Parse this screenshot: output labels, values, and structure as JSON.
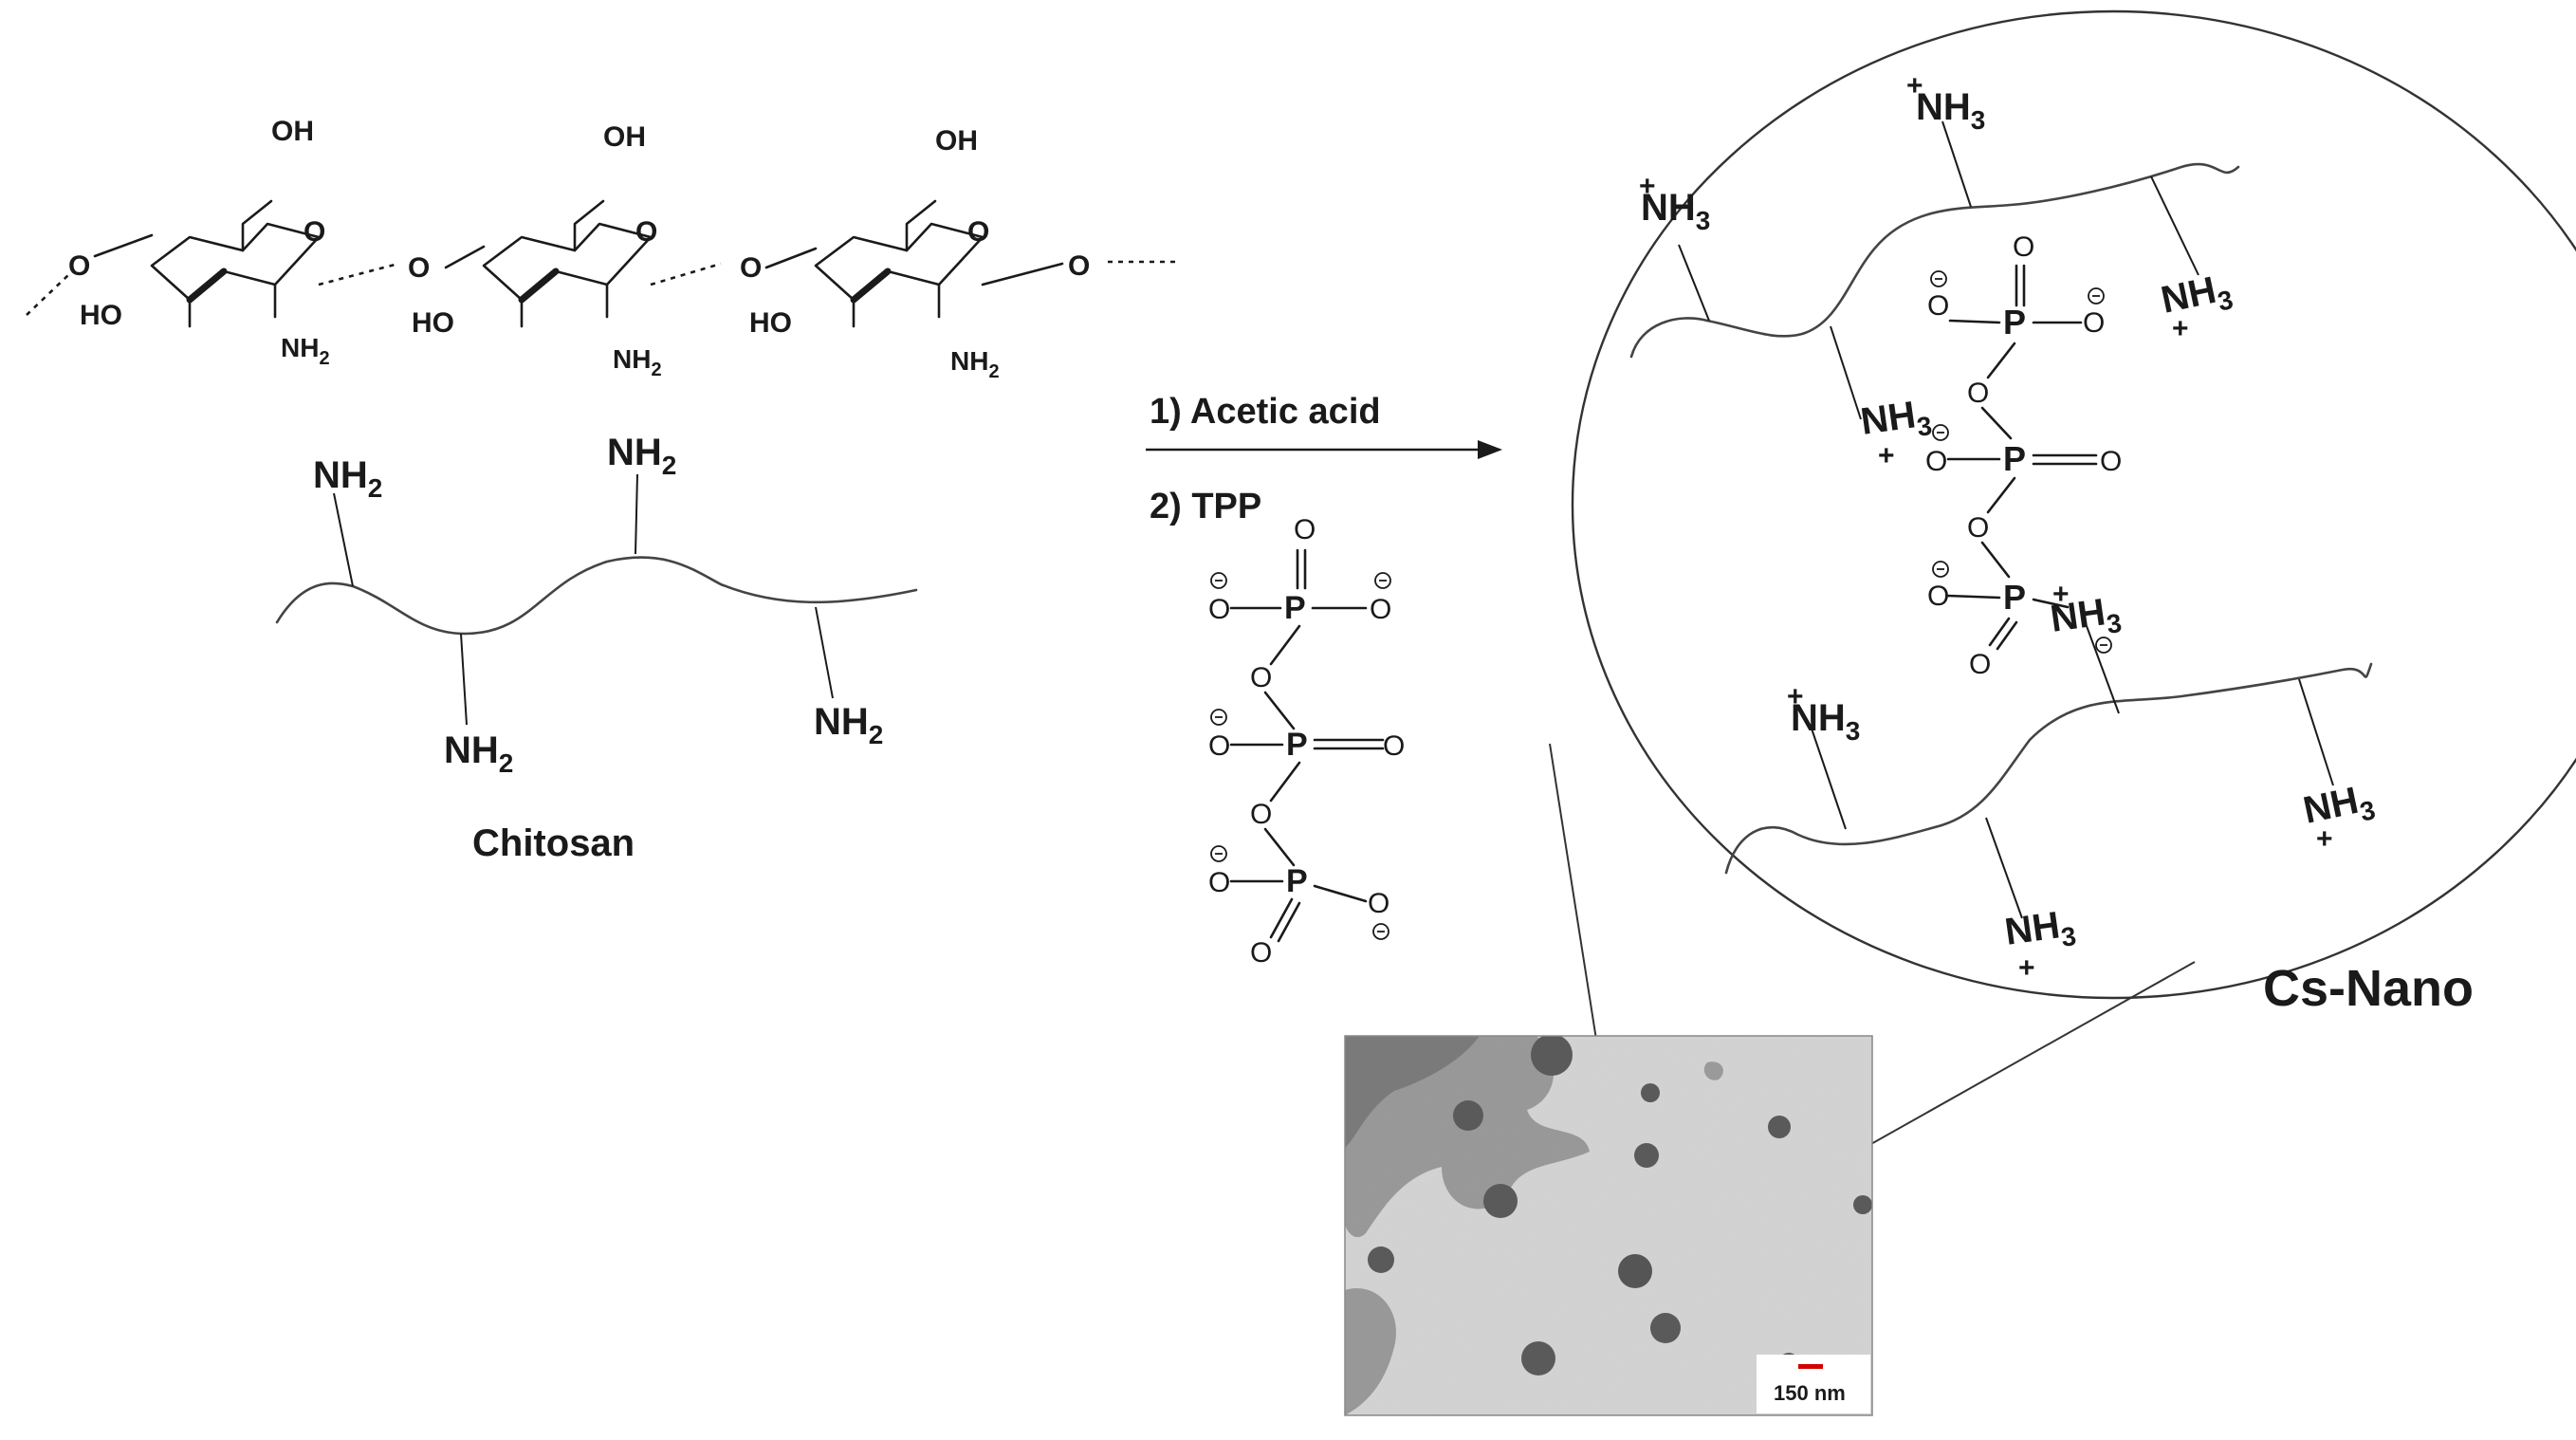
{
  "labels": {
    "OH": "OH",
    "HO": "HO",
    "O": "O",
    "NH2": "NH",
    "NH3": "NH",
    "sub2": "2",
    "sub3": "3",
    "P": "P",
    "plus": "+",
    "chitosan": "Chitosan",
    "cs_nano": "Cs-Nano"
  },
  "reaction": {
    "step1": "1) Acetic acid",
    "step2": "2) TPP"
  },
  "micrograph": {
    "scale_bar_label": "150 nm",
    "scale_bar_color": "#d40000"
  },
  "colors": {
    "ink": "#1a1a1a",
    "tem_background": "#cfcfcf",
    "particle": "#5a5a5a"
  }
}
